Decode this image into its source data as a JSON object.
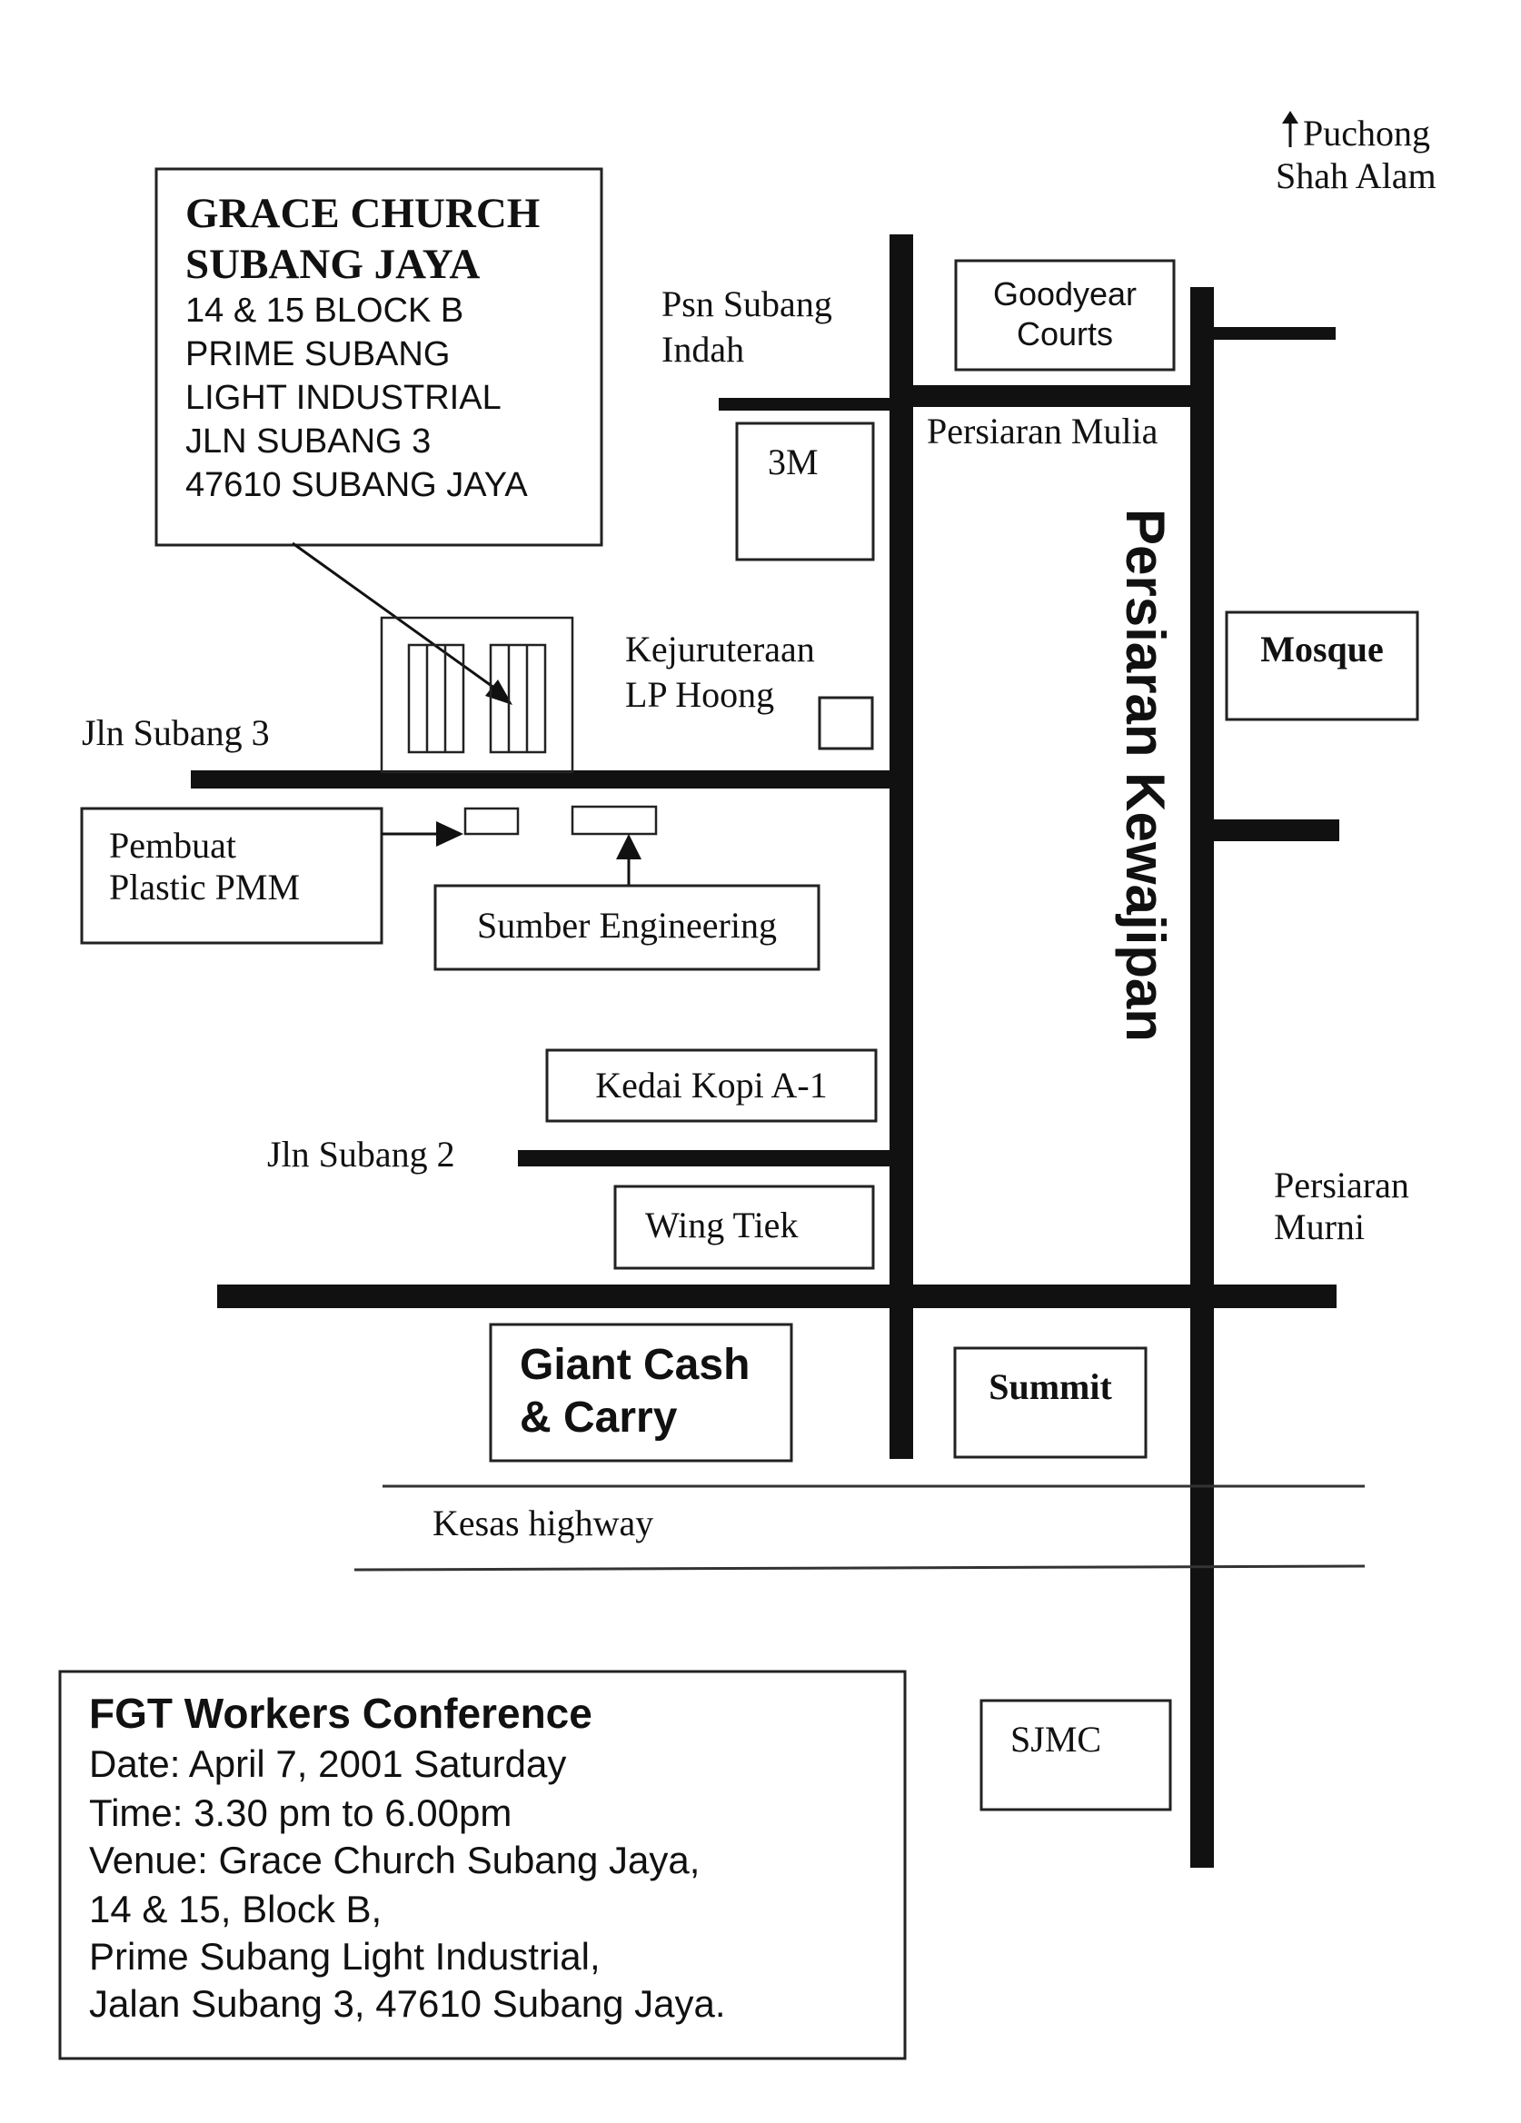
{
  "header_direction": {
    "arrow_icon": "up-arrow",
    "line1": "Puchong",
    "line2": "Shah Alam"
  },
  "church_box": {
    "title_line1": "GRACE CHURCH",
    "title_line2": "SUBANG JAYA",
    "address": [
      "14 & 15 BLOCK B",
      "PRIME SUBANG",
      "LIGHT INDUSTRIAL",
      "JLN SUBANG 3",
      "47610 SUBANG JAYA"
    ]
  },
  "landmarks": {
    "goodyear": [
      "Goodyear",
      "Courts"
    ],
    "three_m": "3M",
    "kejuruteraan": [
      "Kejuruteraan",
      "LP Hoong"
    ],
    "mosque": "Mosque",
    "pembuat": [
      "Pembuat",
      "Plastic PMM"
    ],
    "sumber": "Sumber Engineering",
    "kedai_kopi": "Kedai Kopi A-1",
    "wing_tiek": "Wing Tiek",
    "giant": [
      "Giant Cash",
      "& Carry"
    ],
    "summit": "Summit",
    "sjmc": "SJMC"
  },
  "roads": {
    "psn_subang_indah": [
      "Psn Subang",
      "Indah"
    ],
    "persiaran_mulia": "Persiaran Mulia",
    "persiaran_kewajipan": "Persiaran Kewajipan",
    "jln_subang_3": "Jln Subang 3",
    "jln_subang_2": "Jln Subang 2",
    "persiaran_murni": [
      "Persiaran",
      "Murni"
    ],
    "kesas_highway": "Kesas highway"
  },
  "event_box": {
    "title": "FGT Workers Conference",
    "lines": [
      "Date: April 7, 2001 Saturday",
      "Time: 3.30 pm to 6.00pm",
      "Venue: Grace Church Subang Jaya,",
      "14 & 15, Block B,",
      "Prime Subang Light Industrial,",
      "Jalan Subang 3, 47610 Subang Jaya."
    ]
  }
}
